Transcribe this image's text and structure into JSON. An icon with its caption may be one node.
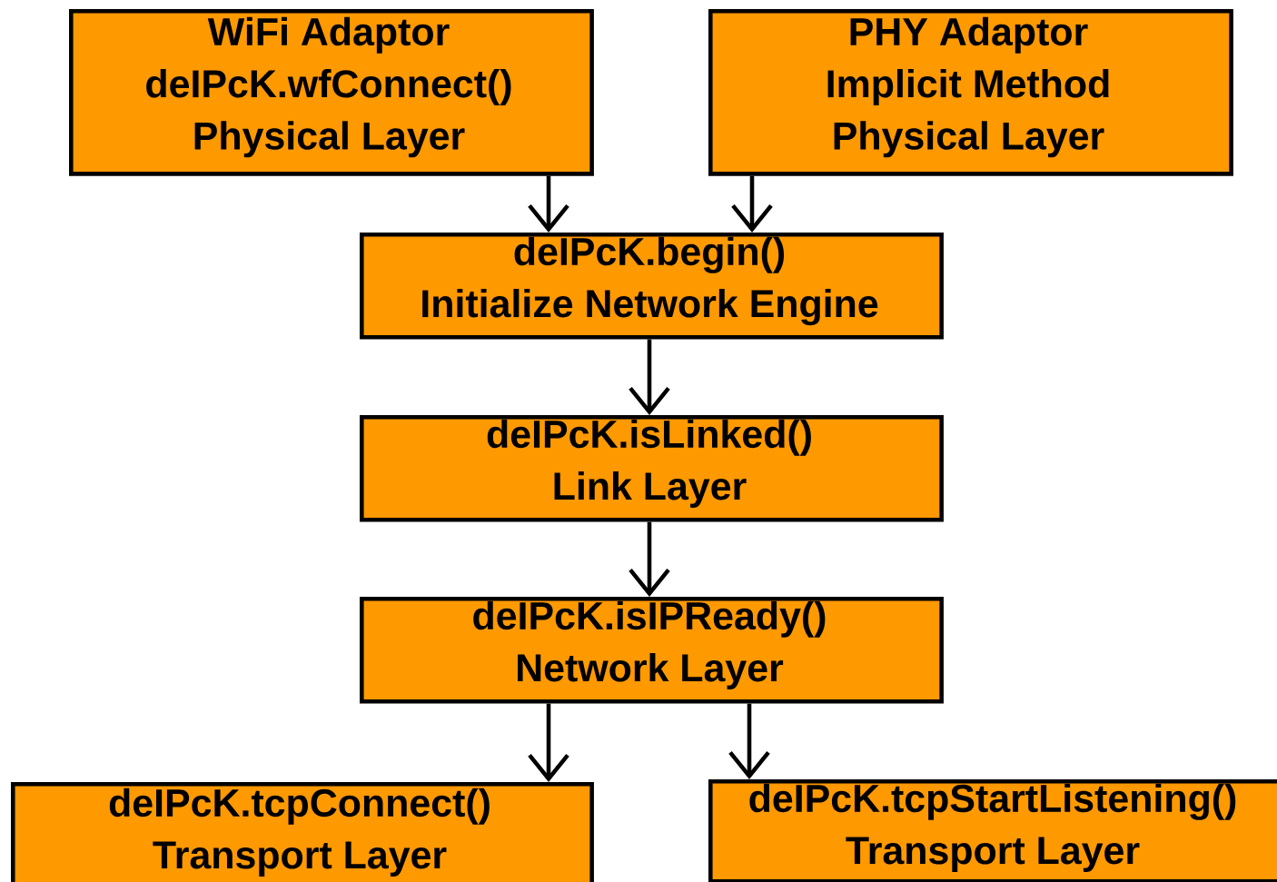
{
  "diagram": {
    "nodes": [
      {
        "text": [
          "WiFi Adaptor",
          "deIPcK.wfConnect()",
          "Physical Layer"
        ]
      },
      {
        "text": [
          "PHY Adaptor",
          "Implicit Method",
          "Physical Layer"
        ]
      },
      {
        "text": [
          "deIPcK.begin()",
          "Initialize Network Engine"
        ]
      },
      {
        "text": [
          "deIPcK.isLinked()",
          "Link Layer"
        ]
      },
      {
        "text": [
          "deIPcK.isIPReady()",
          "Network Layer"
        ]
      },
      {
        "text": [
          "deIPcK.tcpConnect()",
          "Transport Layer"
        ]
      },
      {
        "text": [
          "deIPcK.tcpStartListening()",
          "Transport Layer"
        ]
      }
    ],
    "edges": [
      {
        "from": 0,
        "to": 2,
        "arrow": "to"
      },
      {
        "from": 1,
        "to": 2,
        "arrow": "to"
      },
      {
        "from": 2,
        "to": 3,
        "arrow": "to"
      },
      {
        "from": 3,
        "to": 4,
        "arrow": "to"
      },
      {
        "from": 4,
        "to": 5,
        "arrow": "to"
      },
      {
        "from": 4,
        "to": 6,
        "arrow": "to"
      }
    ]
  }
}
